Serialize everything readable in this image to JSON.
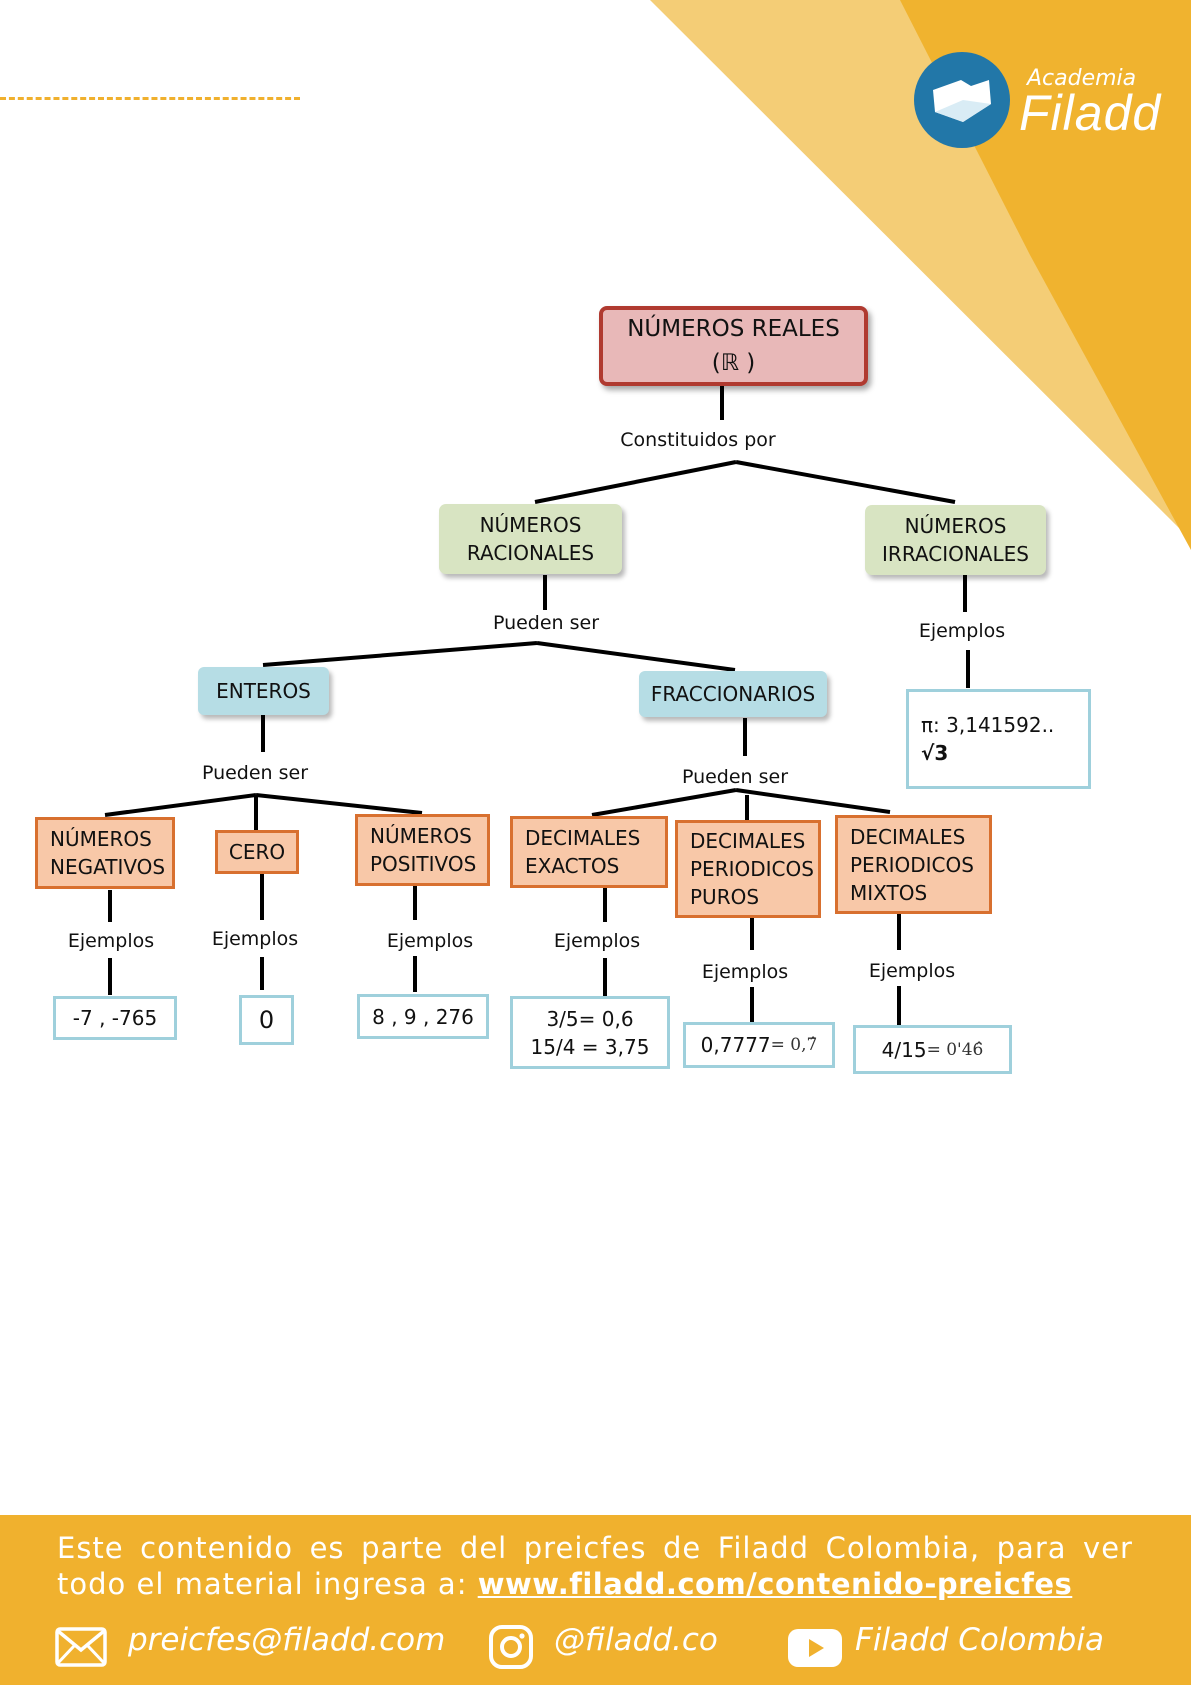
{
  "colors": {
    "accent": "#f0b12e",
    "accent_light": "#f4cd76",
    "logo_blue": "#2277a8",
    "root_fill": "#e8b8b8",
    "root_border": "#b03a30",
    "green_fill": "#d8e4c2",
    "blue_fill": "#b6dde5",
    "orange_fill": "#f8c8a8",
    "orange_border": "#d8702f",
    "example_border": "#9fd0dc"
  },
  "logo": {
    "academia": "Academia",
    "brand": "Filadd",
    "icon": "folder-icon"
  },
  "diagram": {
    "root": {
      "line1": "NÚMEROS REALES",
      "line2": "(ℝ )"
    },
    "constituidos_por": "Constituidos por",
    "racionales": "NÚMEROS\nRACIONALES",
    "irracionales": "NÚMEROS\nIRRACIONALES",
    "pueden_ser_racionales": "Pueden ser",
    "ejemplos_irracionales": "Ejemplos",
    "irracionales_example": {
      "line1": "π: 3,141592..",
      "line2": "√3"
    },
    "enteros": "ENTEROS",
    "fraccionarios": "FRACCIONARIOS",
    "pueden_ser_enteros": "Pueden ser",
    "pueden_ser_fraccionarios": "Pueden ser",
    "negativos": "NÚMEROS\nNEGATIVOS",
    "cero": "CERO",
    "positivos": "NÚMEROS\nPOSITIVOS",
    "decimales_exactos": "DECIMALES\nEXACTOS",
    "decimales_puros": "DECIMALES\nPERIODICOS\nPUROS",
    "decimales_mixtos": "DECIMALES\nPERIODICOS\nMIXTOS",
    "ejemplos": "Ejemplos",
    "ex_negativos": "-7  ,  -765",
    "ex_cero": "0",
    "ex_positivos": "8  , 9 , 276",
    "ex_exactos": "3/5= 0,6\n15/4 =  3,75",
    "ex_puros": {
      "main": "0,7777",
      "periodic": "= 0,7̂"
    },
    "ex_mixtos": {
      "main": "4/15",
      "periodic": " = 0'46̂"
    }
  },
  "footer": {
    "text": "Este contenido es parte del preicfes de Filadd Colombia, para ver todo el material ingresa a:",
    "link": "www.filadd.com/contenido-preicfes",
    "email": "preicfes@filadd.com",
    "email_icon": "mail-icon",
    "instagram": "@filadd.co",
    "instagram_icon": "instagram-icon",
    "youtube": "Filadd Colombia",
    "youtube_icon": "youtube-icon"
  }
}
